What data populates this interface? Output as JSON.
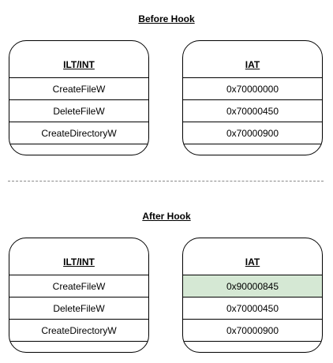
{
  "before": {
    "title": "Before Hook",
    "int_table": {
      "header": "ILT/INT",
      "rows": [
        "CreateFileW",
        "DeleteFileW",
        "CreateDirectoryW"
      ]
    },
    "iat_table": {
      "header": "IAT",
      "rows": [
        "0x70000000",
        "0x70000450",
        "0x70000900"
      ]
    }
  },
  "after": {
    "title": "After Hook",
    "int_table": {
      "header": "ILT/INT",
      "rows": [
        "CreateFileW",
        "DeleteFileW",
        "CreateDirectoryW"
      ]
    },
    "iat_table": {
      "header": "IAT",
      "rows": [
        "0x90000845",
        "0x70000450",
        "0x70000900"
      ],
      "highlight_color": "#d5e8d4"
    }
  }
}
